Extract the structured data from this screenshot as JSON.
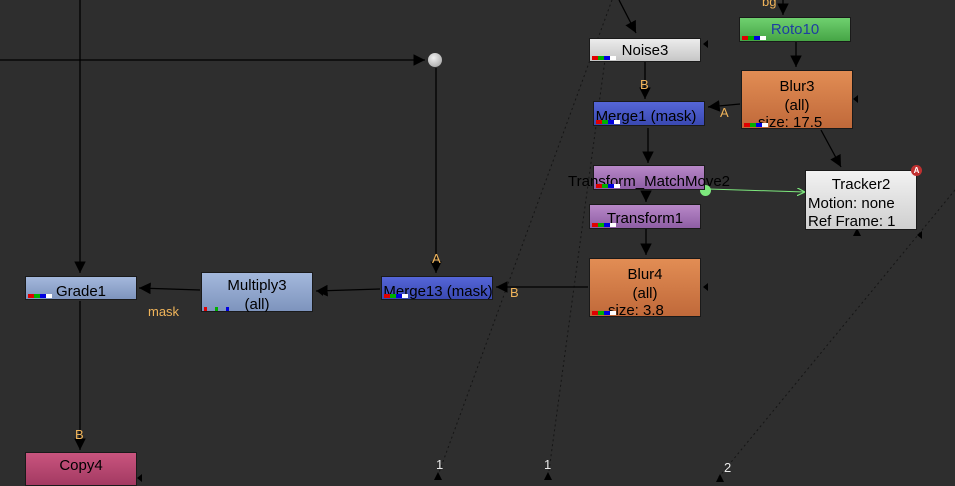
{
  "nodes": {
    "roto10": {
      "label": "Roto10"
    },
    "noise3": {
      "label": "Noise3"
    },
    "blur3": {
      "lines": [
        "Blur3",
        "(all)",
        "size: 17.5"
      ]
    },
    "merge1": {
      "label": "Merge1 (mask)"
    },
    "transform_matchmove2": {
      "label": "Transform_MatchMove2"
    },
    "transform1": {
      "label": "Transform1"
    },
    "tracker2": {
      "lines": [
        "Tracker2",
        "Motion: none",
        "Ref Frame: 1"
      ],
      "badge": "A"
    },
    "blur4": {
      "lines": [
        "Blur4",
        "(all)",
        "size: 3.8"
      ]
    },
    "merge13": {
      "label": "Merge13 (mask)"
    },
    "multiply3": {
      "lines": [
        "Multiply3",
        "(all)"
      ]
    },
    "grade1": {
      "label": "Grade1"
    },
    "copy4": {
      "label": "Copy4"
    }
  },
  "input_labels": {
    "bg": "bg",
    "noise_b": "B",
    "merge1_a": "A",
    "merge13_a": "A",
    "merge13_b": "B",
    "mask": "mask",
    "copy_b": "B"
  },
  "expression_links": [
    "1",
    "1",
    "2"
  ],
  "colors": {
    "canvas": "#2e2e2e",
    "pipe": "#000000",
    "expression_link": "#111111",
    "tracker_link": "#7de87d",
    "input_label": "#f0b45a"
  }
}
